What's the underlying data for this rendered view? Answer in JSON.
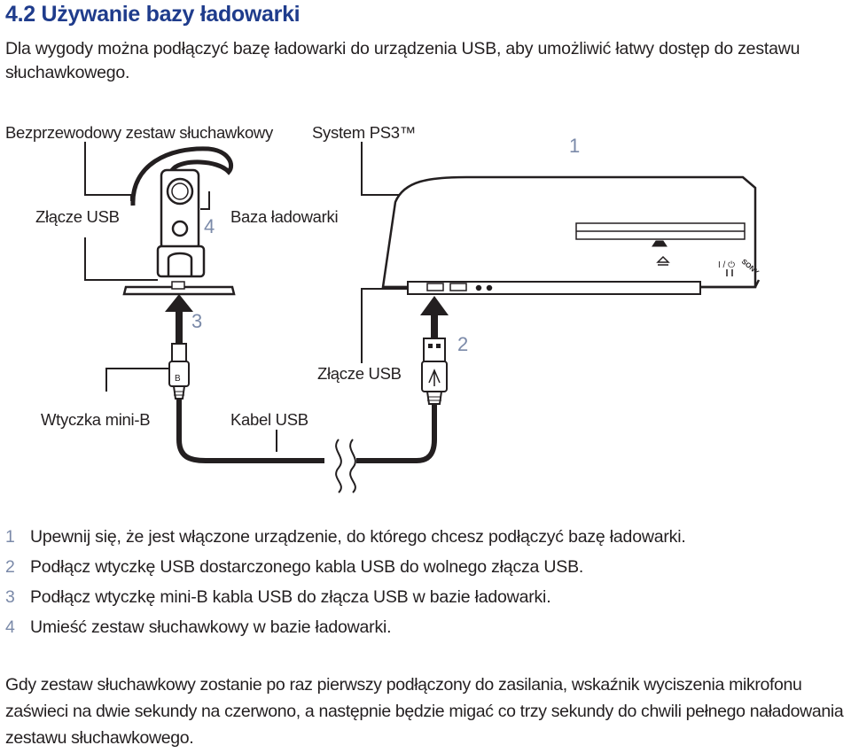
{
  "heading": "4.2 Używanie bazy ładowarki",
  "intro": "Dla wygody można podłączyć bazę ładowarki do urządzenia USB, aby umożliwić łatwy dostęp do zestawu słuchawkowego.",
  "diagram": {
    "labels": {
      "headset": "Bezprzewodowy zestaw słuchawkowy",
      "system": "System PS3™",
      "usb_port_left": "Złącze USB",
      "charging_base": "Baza ładowarki",
      "usb_port_right": "Złącze USB",
      "mini_b_plug": "Wtyczka mini-B",
      "usb_cable": "Kabel USB"
    },
    "callouts": {
      "c1": "1",
      "c2": "2",
      "c3": "3",
      "c4": "4"
    },
    "console_text": {
      "power": "I / ⏻",
      "brand": "SONY"
    }
  },
  "steps": [
    {
      "num": "1",
      "text": "Upewnij się, że jest włączone urządzenie, do którego chcesz podłączyć bazę ładowarki."
    },
    {
      "num": "2",
      "text": "Podłącz wtyczkę USB dostarczonego kabla USB do wolnego złącza USB."
    },
    {
      "num": "3",
      "text": "Podłącz wtyczkę mini-B kabla USB do złącza USB w bazie ładowarki."
    },
    {
      "num": "4",
      "text": "Umieść zestaw słuchawkowy w bazie ładowarki."
    }
  ],
  "outro": "Gdy zestaw słuchawkowy zostanie po raz pierwszy podłączony do zasilania, wskaźnik wyciszenia mikrofonu zaświeci na dwie sekundy na czerwono, a następnie będzie migać co trzy sekundy do chwili pełnego naładowania zestawu słuchawkowego.",
  "colors": {
    "heading": "#1f3c8c",
    "step_number": "#7b8aa9",
    "text": "#231f20"
  }
}
